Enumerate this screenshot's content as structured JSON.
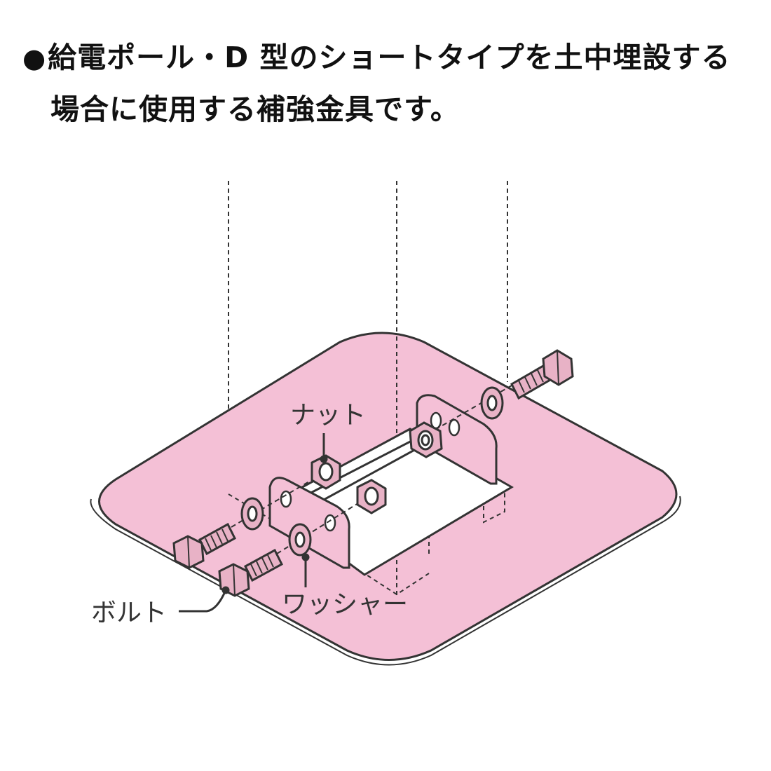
{
  "heading": {
    "bullet": "●",
    "line1": "給電ポール・D 型のショートタイプを土中埋設する",
    "line2": "場合に使用する補強金具です。"
  },
  "figure": {
    "labels": {
      "nut": "ナット",
      "washer": "ワッシャー",
      "bolt": "ボルト"
    },
    "colors": {
      "plate_fill": "#f4c0d6",
      "metal_fill": "#e8b2c6",
      "outline": "#333333"
    }
  }
}
